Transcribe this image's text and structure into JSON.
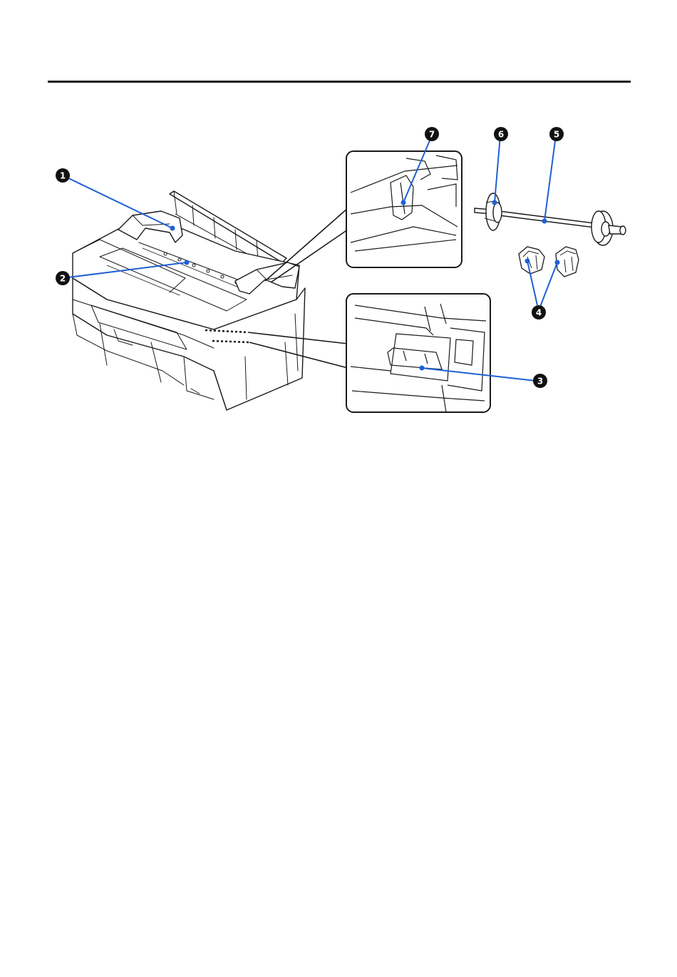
{
  "figure": {
    "callouts": [
      "1",
      "2",
      "3",
      "4",
      "5",
      "6",
      "7"
    ],
    "colors": {
      "leader": "#1f5fd6",
      "dot": "#1f5fd6",
      "badge": "#111111",
      "line_art": "#1a1a1a"
    }
  }
}
